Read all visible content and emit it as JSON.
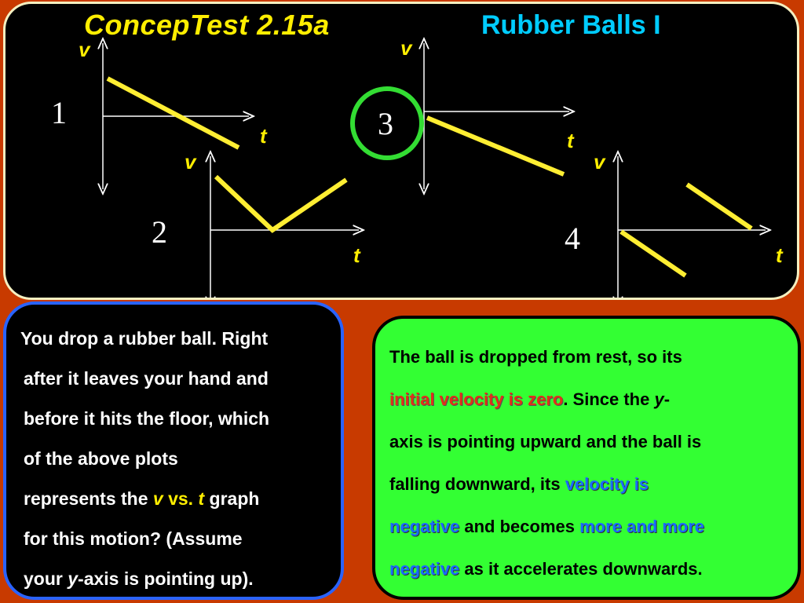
{
  "header": {
    "title": "ConcepTest  2.15a",
    "subtitle": "Rubber Balls I"
  },
  "plots": {
    "v_label": "v",
    "t_label": "t",
    "numbers": [
      "1",
      "2",
      "3",
      "4"
    ],
    "highlighted": "3"
  },
  "question": {
    "line1": "You drop a rubber ball.  Right",
    "line2": "after it leaves your hand and",
    "line3": "before it hits the floor, which",
    "line4": "of the above plots",
    "line5_a": "represents the ",
    "line5_v": "v",
    "line5_vs": " vs. ",
    "line5_t": "t",
    "line5_b": " graph",
    "line6": "for this motion?    (Assume",
    "line7_a": "your ",
    "line7_y": "y",
    "line7_b": "-axis is pointing up)."
  },
  "answer": {
    "line1": "The ball is dropped from rest, so its",
    "line2_red": "initial velocity is zero",
    "line2_mid": ".  Since the ",
    "line2_y": "y",
    "line2_end": "-",
    "line3": "axis is pointing upward and the ball is",
    "line4_a": "falling downward, its ",
    "line4_blue": "velocity is",
    "line5_blue1": "negative",
    "line5_mid": " and becomes ",
    "line5_blue2": "more and more",
    "line6_blue": "negative",
    "line6_end": " as it accelerates downwards."
  },
  "colors": {
    "background": "#c83a00",
    "title_yellow": "#ffee00",
    "title_cyan": "#00ccff",
    "answer_green": "#33ff33",
    "highlight_circle": "#33dd33",
    "emphasis_red": "#e0301a",
    "emphasis_blue": "#1a6bff"
  }
}
